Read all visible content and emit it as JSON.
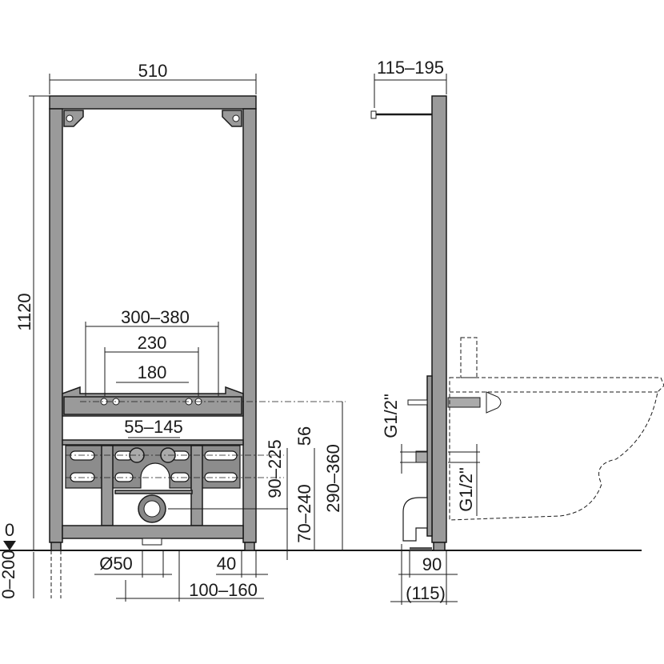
{
  "front_view": {
    "width": "510",
    "height": "1120",
    "connection_spacing_max": "300–380",
    "connection_spacing_mid": "230",
    "connection_spacing_min": "180",
    "water_spacing": "55–145",
    "water_height": "90–225",
    "water_offset": "56",
    "drain_height": "70–240",
    "mount_height": "290–360",
    "drain_diameter": "Ø50",
    "foot_width": "40",
    "drain_offset": "100–160",
    "floor_level": "0",
    "foot_extension": "0–200"
  },
  "side_view": {
    "depth": "115–195",
    "thread_top": "G1/2\"",
    "thread_bottom": "G1/2\"",
    "frame_depth": "90",
    "total_depth": "(115)"
  }
}
